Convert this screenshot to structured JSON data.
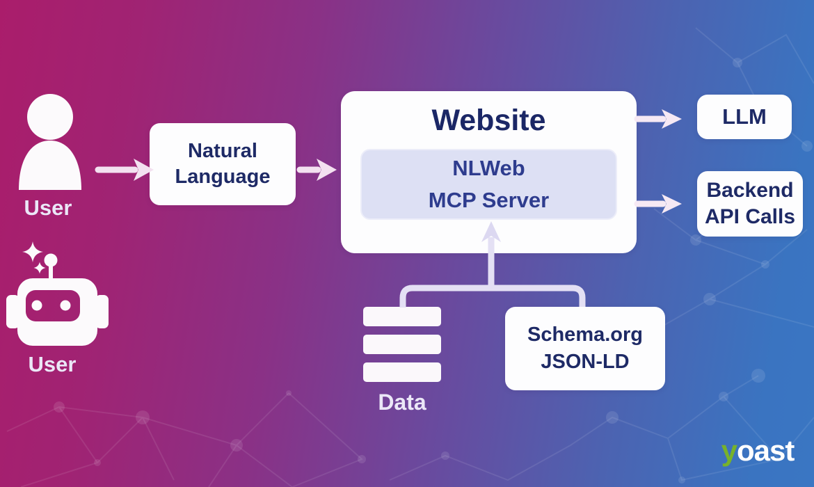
{
  "diagram": {
    "users": [
      {
        "label": "User",
        "icon": "person"
      },
      {
        "label": "User",
        "icon": "robot"
      }
    ],
    "natural_language": {
      "line1": "Natural",
      "line2": "Language"
    },
    "website": {
      "title": "Website",
      "server": {
        "line1": "NLWeb",
        "line2": "MCP Server"
      }
    },
    "outputs": {
      "llm": {
        "label": "LLM"
      },
      "backend": {
        "line1": "Backend",
        "line2": "API Calls"
      }
    },
    "sources": {
      "data": {
        "label": "Data"
      },
      "schema": {
        "line1": "Schema.org",
        "line2": "JSON-LD"
      }
    }
  },
  "branding": {
    "logo_y": "y",
    "logo_rest": "oast"
  },
  "colors": {
    "gradient_start": "#aa1d6b",
    "gradient_mid": "#684b9f",
    "gradient_end": "#3a74c1",
    "navy_text": "#1e2a66",
    "inner_navy_text": "#2e3c8e",
    "arrow_pink": "#f3e1f0",
    "connector_lavender": "#e4e0f4",
    "inner_box_bg": "#dde0f4",
    "light_label": "#ebe7f7",
    "logo_green": "#77b22b"
  }
}
